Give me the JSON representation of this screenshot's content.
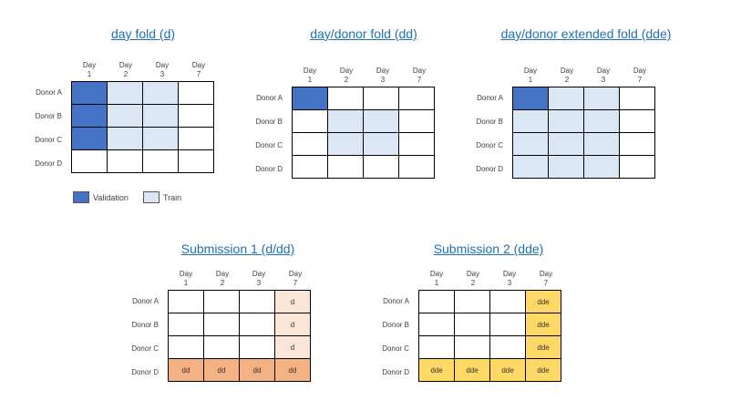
{
  "days": [
    [
      "Day",
      "1"
    ],
    [
      "Day",
      "2"
    ],
    [
      "Day",
      "3"
    ],
    [
      "Day",
      "7"
    ]
  ],
  "donors": [
    "Donor A",
    "Donor B",
    "Donor C",
    "Donor D"
  ],
  "legend": {
    "validation": "Validation",
    "train": "Train"
  },
  "panels": [
    {
      "id": "d",
      "title": "day fold (d)",
      "cells": [
        [
          "val",
          "train",
          "train",
          "none"
        ],
        [
          "val",
          "train",
          "train",
          "none"
        ],
        [
          "val",
          "train",
          "train",
          "none"
        ],
        [
          "none",
          "none",
          "none",
          "none"
        ]
      ],
      "labels": [
        [
          "",
          "",
          "",
          ""
        ],
        [
          "",
          "",
          "",
          ""
        ],
        [
          "",
          "",
          "",
          ""
        ],
        [
          "",
          "",
          "",
          ""
        ]
      ]
    },
    {
      "id": "dd",
      "title": "day/donor fold (dd)",
      "cells": [
        [
          "val",
          "none",
          "none",
          "none"
        ],
        [
          "none",
          "train",
          "train",
          "none"
        ],
        [
          "none",
          "train",
          "train",
          "none"
        ],
        [
          "none",
          "none",
          "none",
          "none"
        ]
      ],
      "labels": [
        [
          "",
          "",
          "",
          ""
        ],
        [
          "",
          "",
          "",
          ""
        ],
        [
          "",
          "",
          "",
          ""
        ],
        [
          "",
          "",
          "",
          ""
        ]
      ]
    },
    {
      "id": "dde",
      "title": "day/donor extended fold (dde)",
      "cells": [
        [
          "val",
          "train",
          "train",
          "none"
        ],
        [
          "train",
          "train",
          "train",
          "none"
        ],
        [
          "train",
          "train",
          "train",
          "none"
        ],
        [
          "train",
          "train",
          "train",
          "none"
        ]
      ],
      "labels": [
        [
          "",
          "",
          "",
          ""
        ],
        [
          "",
          "",
          "",
          ""
        ],
        [
          "",
          "",
          "",
          ""
        ],
        [
          "",
          "",
          "",
          ""
        ]
      ]
    },
    {
      "id": "sub1",
      "title": "Submission 1 (d/dd)",
      "cells": [
        [
          "none",
          "none",
          "none",
          "d"
        ],
        [
          "none",
          "none",
          "none",
          "d"
        ],
        [
          "none",
          "none",
          "none",
          "d"
        ],
        [
          "dd",
          "dd",
          "dd",
          "dd"
        ]
      ],
      "labels": [
        [
          "",
          "",
          "",
          "d"
        ],
        [
          "",
          "",
          "",
          "d"
        ],
        [
          "",
          "",
          "",
          "d"
        ],
        [
          "dd",
          "dd",
          "dd",
          "dd"
        ]
      ]
    },
    {
      "id": "sub2",
      "title": "Submission 2 (dde)",
      "cells": [
        [
          "none",
          "none",
          "none",
          "dde"
        ],
        [
          "none",
          "none",
          "none",
          "dde"
        ],
        [
          "none",
          "none",
          "none",
          "dde"
        ],
        [
          "dde",
          "dde",
          "dde",
          "dde"
        ]
      ],
      "labels": [
        [
          "",
          "",
          "",
          "dde"
        ],
        [
          "",
          "",
          "",
          "dde"
        ],
        [
          "",
          "",
          "",
          "dde"
        ],
        [
          "dde",
          "dde",
          "dde",
          "dde"
        ]
      ]
    }
  ]
}
